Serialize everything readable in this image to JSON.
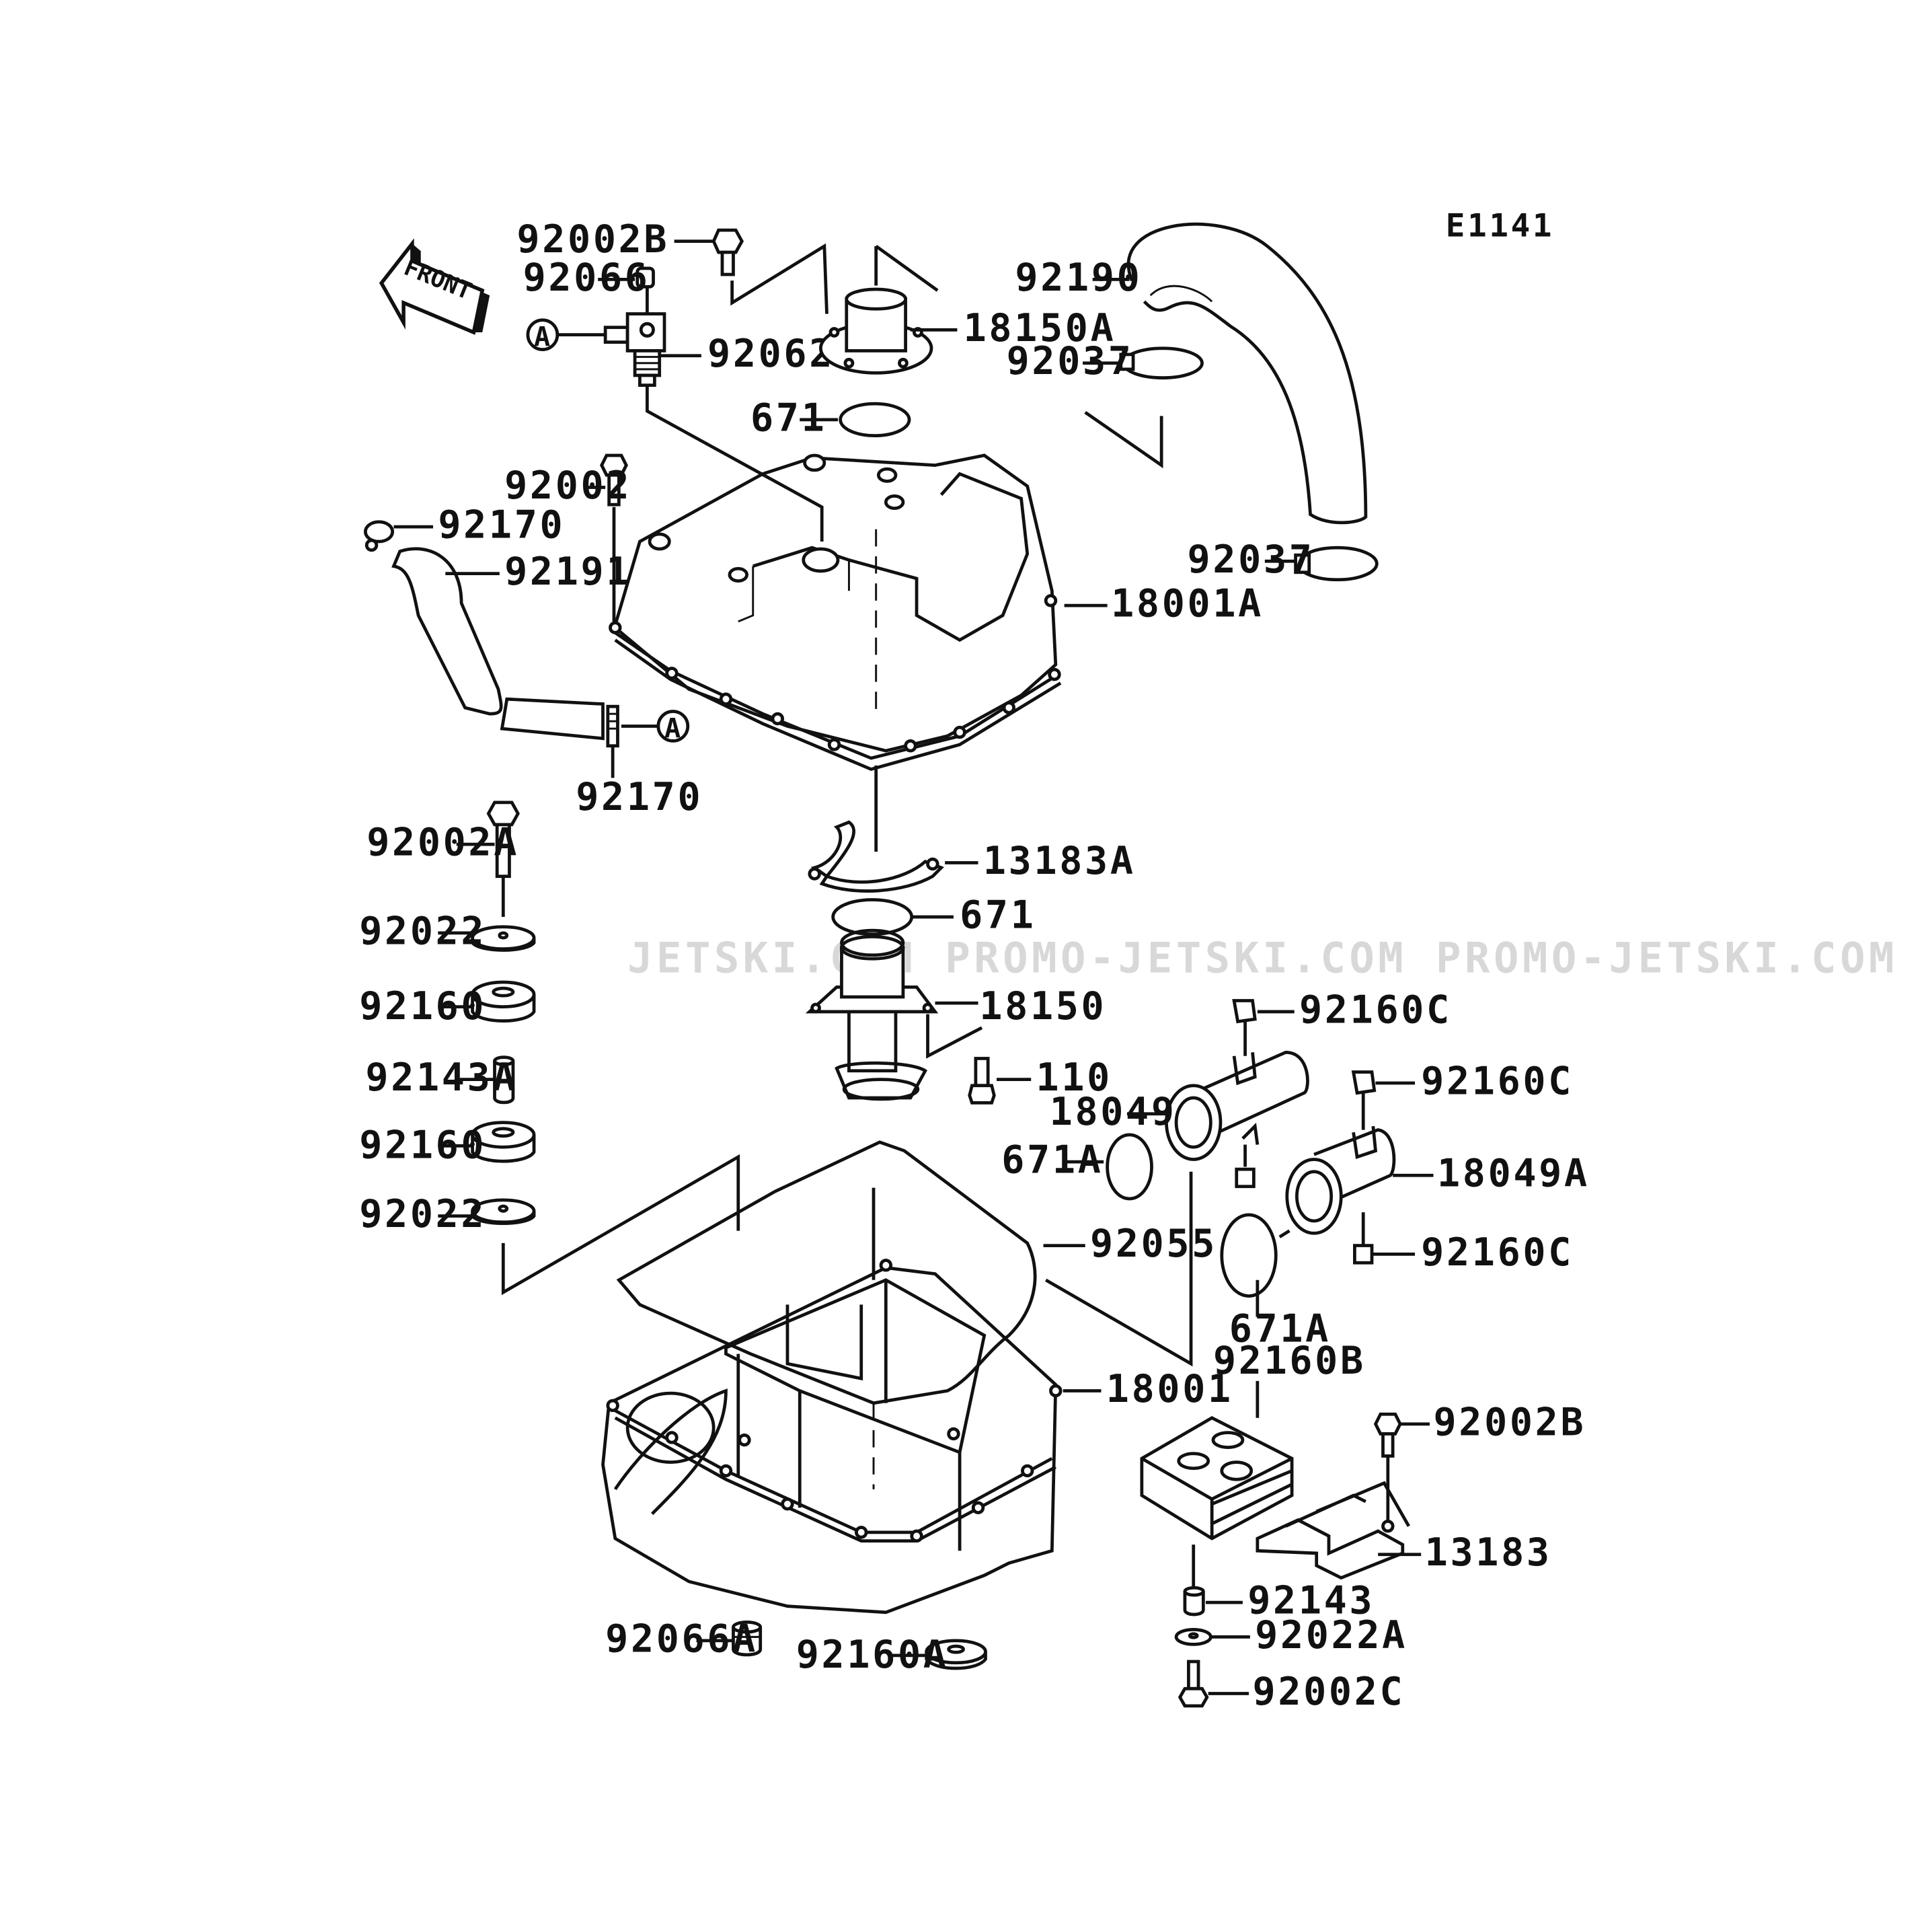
{
  "diagram": {
    "code": "E1141",
    "front_label": "FRONT",
    "ref_marker": "A",
    "watermark": "JETSKI.COM   PROMO-JETSKI.COM   PROMO-JETSKI.COM",
    "labels": {
      "p92002B_top": "92002B",
      "p92066": "92066",
      "p92062": "92062",
      "p18150A": "18150A",
      "p92190": "92190",
      "p92037_top": "92037",
      "p671_top": "671",
      "p92002": "92002",
      "p92170_top": "92170",
      "p92191": "92191",
      "p92037_bot": "92037",
      "p18001A": "18001A",
      "p92170_bot": "92170",
      "p92002A": "92002A",
      "p13183A": "13183A",
      "p92022_top": "92022",
      "p671_mid": "671",
      "p92160_top": "92160",
      "p18150": "18150",
      "p92160C_1": "92160C",
      "p92143A": "92143A",
      "p110": "110",
      "p92160C_2": "92160C",
      "p18049": "18049",
      "p92160_bot": "92160",
      "p671A_left": "671A",
      "p18049A": "18049A",
      "p92022_bot": "92022",
      "p92055": "92055",
      "p92160C_3": "92160C",
      "p671A_right": "671A",
      "p92160B": "92160B",
      "p18001": "18001",
      "p92002B_bot": "92002B",
      "p13183": "13183",
      "p92143": "92143",
      "p92066A": "92066A",
      "p92022A": "92022A",
      "p92160A": "92160A",
      "p92002C": "92002C"
    }
  }
}
